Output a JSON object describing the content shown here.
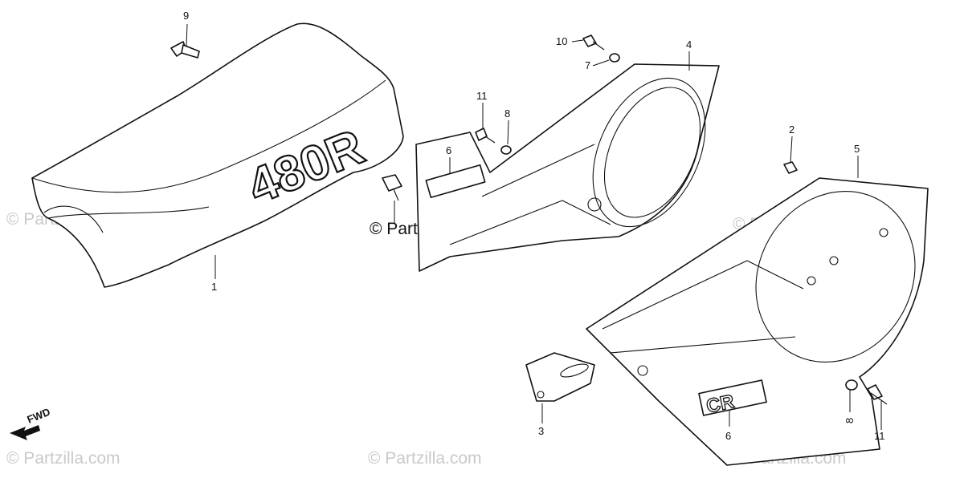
{
  "watermarks": {
    "center": "© Partzilla.com",
    "faint": "© Partzilla.com"
  },
  "seat_emblem": "480R",
  "cover_emblem": "CR",
  "fwd_label": "FWD",
  "callouts": {
    "c1": "1",
    "c2": "2",
    "c3": "3",
    "c4": "4",
    "c5": "5",
    "c6a": "6",
    "c6b": "6",
    "c7": "7",
    "c8a": "8",
    "c8b": "8",
    "c9": "9",
    "c10": "10",
    "c11a": "11",
    "c11b": "11"
  }
}
